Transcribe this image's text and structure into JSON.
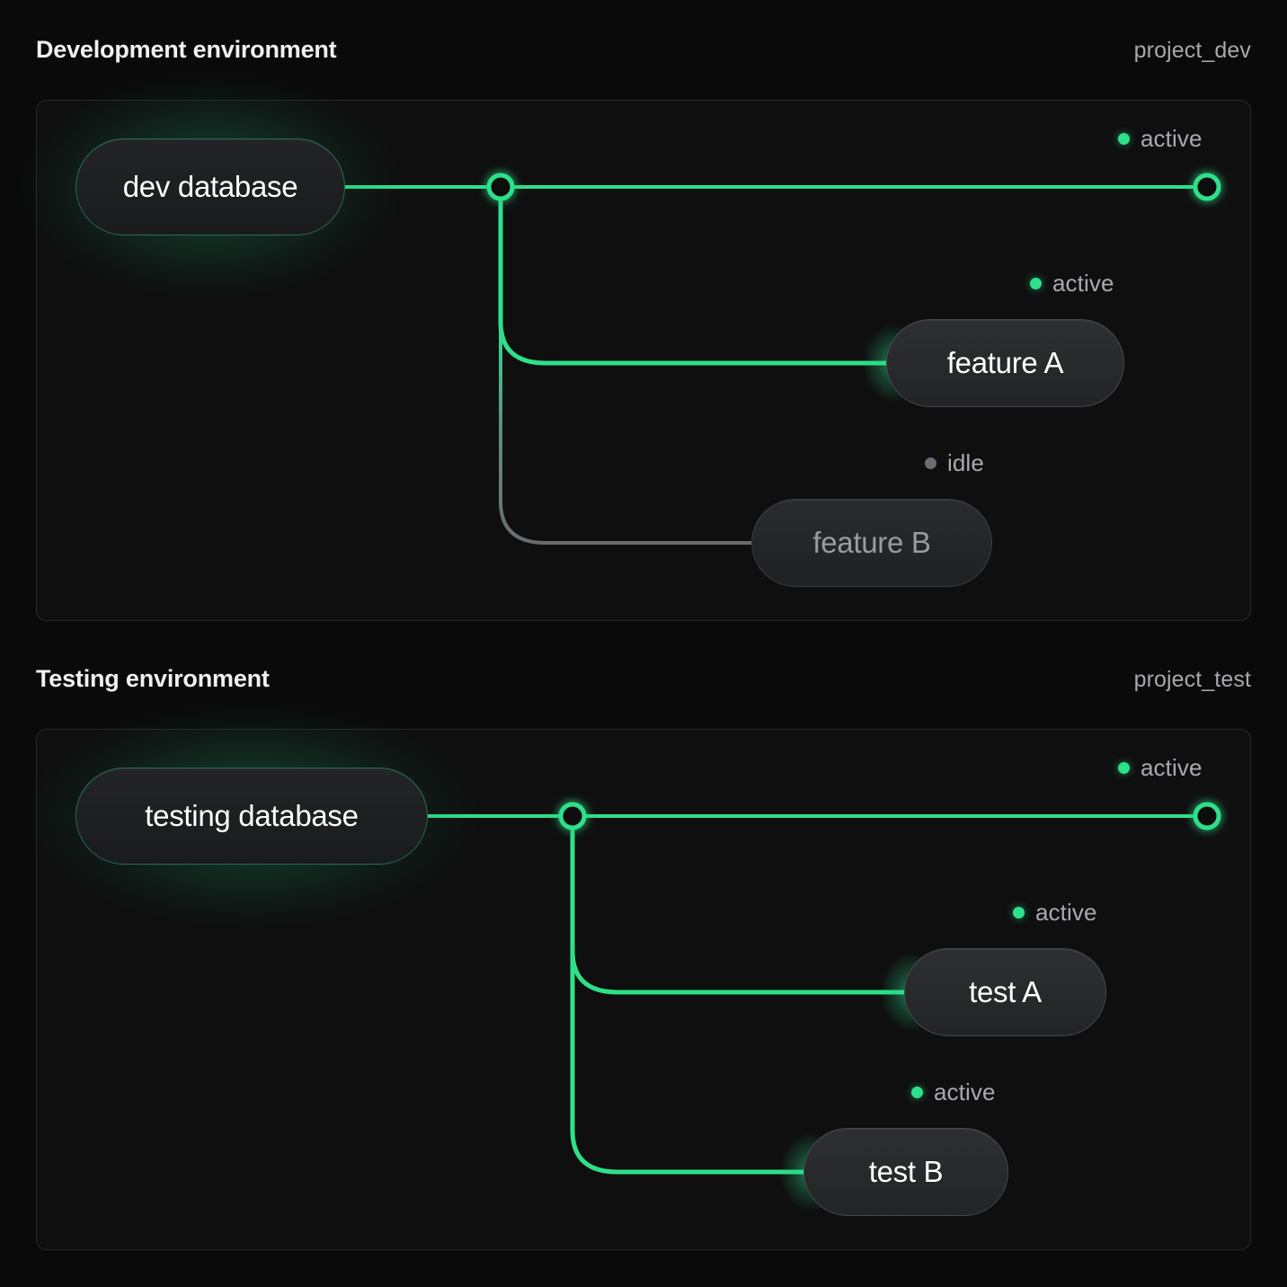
{
  "theme": {
    "background": "#0a0a0a",
    "panel_bg": "#0f0f10",
    "panel_border": "#29292c",
    "accent_green": "#2de08a",
    "idle_gray": "#6c6d73",
    "text_primary": "#ffffff",
    "text_muted": "#a9aab0"
  },
  "sections": [
    {
      "title": "Development environment",
      "project": "project_dev",
      "source": {
        "label": "dev database",
        "status": "active"
      },
      "endpoint": {
        "status": "active",
        "status_label": "active"
      },
      "leaves": [
        {
          "label": "feature A",
          "status": "active",
          "status_label": "active"
        },
        {
          "label": "feature B",
          "status": "idle",
          "status_label": "idle"
        }
      ]
    },
    {
      "title": "Testing environment",
      "project": "project_test",
      "source": {
        "label": "testing database",
        "status": "active"
      },
      "endpoint": {
        "status": "active",
        "status_label": "active"
      },
      "leaves": [
        {
          "label": "test A",
          "status": "active",
          "status_label": "active"
        },
        {
          "label": "test B",
          "status": "active",
          "status_label": "active"
        }
      ]
    }
  ]
}
